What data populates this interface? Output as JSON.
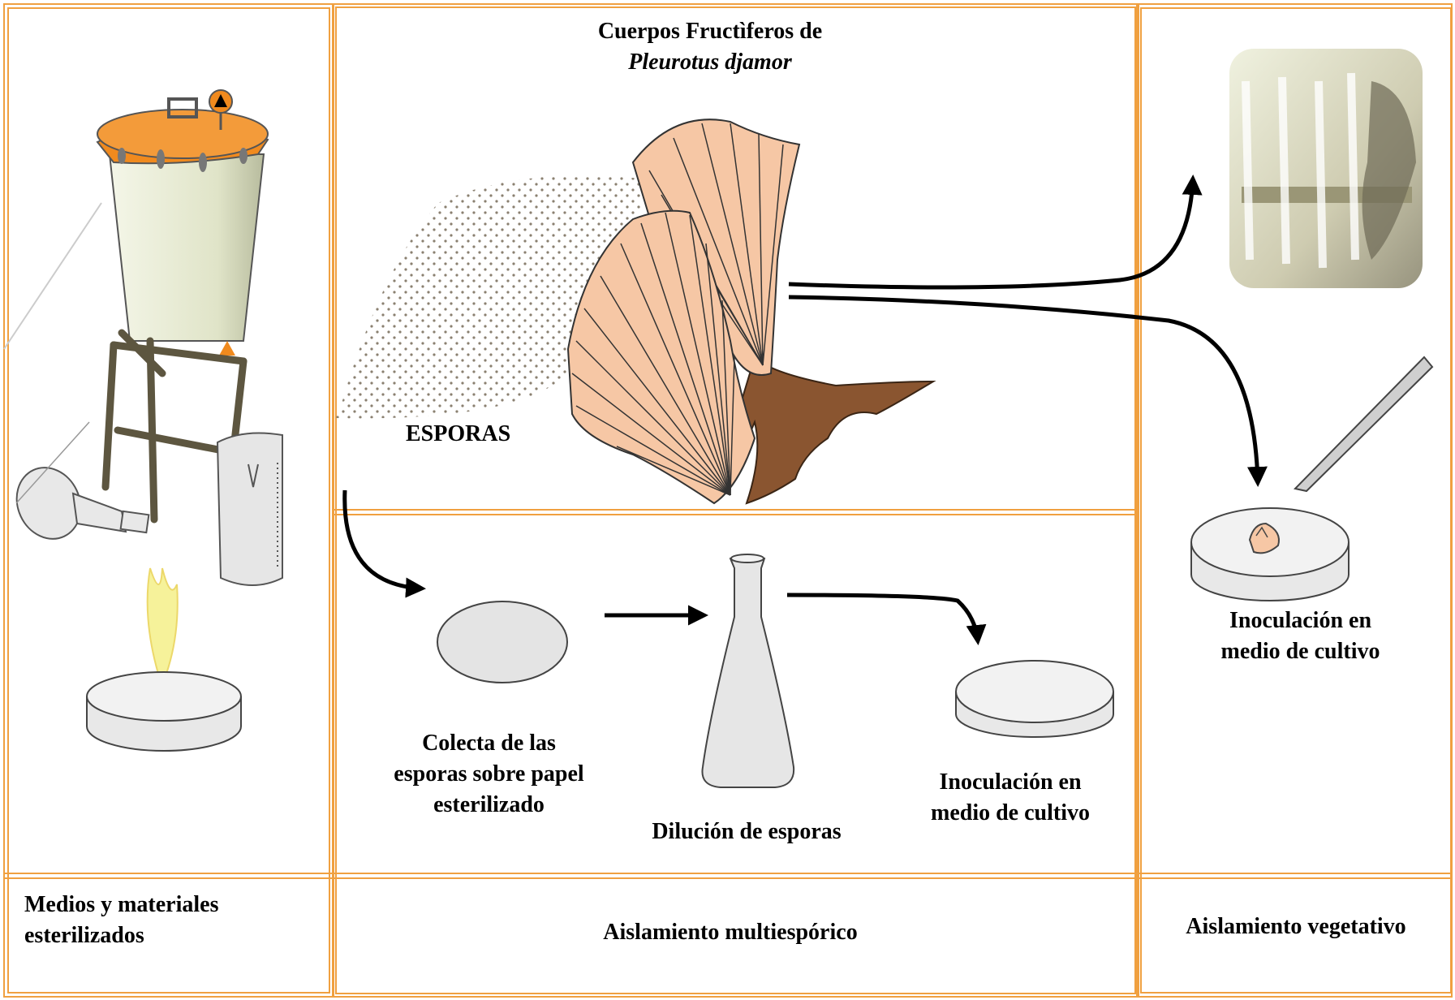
{
  "colors": {
    "border": "#f0a040",
    "autoclave_lid": "#f08a1e",
    "fungus_cap": "#f6c7a5",
    "fungus_stem": "#8a5530",
    "dish_fill": "#e8e8e8",
    "flame": "#f6f29a"
  },
  "title": {
    "line1": "Cuerpos Fructìferos de",
    "line2": "Pleurotus djamor"
  },
  "labels": {
    "esporas": "ESPORAS",
    "collect": [
      "Colecta de las",
      "esporas  sobre papel",
      "esterilizado"
    ],
    "dilution": "Dilución de esporas",
    "inoc_center": [
      "Inoculación en",
      "medio de  cultivo"
    ],
    "inoc_right": [
      "Inoculación en",
      "medio de  cultivo"
    ]
  },
  "sections": {
    "left": [
      "Medios y materiales",
      "esterilizados"
    ],
    "center": "Aislamiento multiespórico",
    "right": "Aislamiento vegetativo"
  },
  "icons": {
    "autoclave": "autoclave-icon",
    "tripod": "tripod-icon",
    "beaker": "graduated-beaker-icon",
    "bunsen": "bunsen-burner-icon",
    "flame": "flame-icon",
    "petri": "petri-dish-icon",
    "fungus": "oyster-mushroom-icon",
    "spores": "spore-cloud-icon",
    "filter": "filter-paper-icon",
    "flask": "erlenmeyer-flask-icon",
    "tubes": "test-tubes-photo-icon",
    "scalpel": "scalpel-icon",
    "tissue": "tissue-fragment-icon",
    "arrow": "arrow-icon"
  }
}
